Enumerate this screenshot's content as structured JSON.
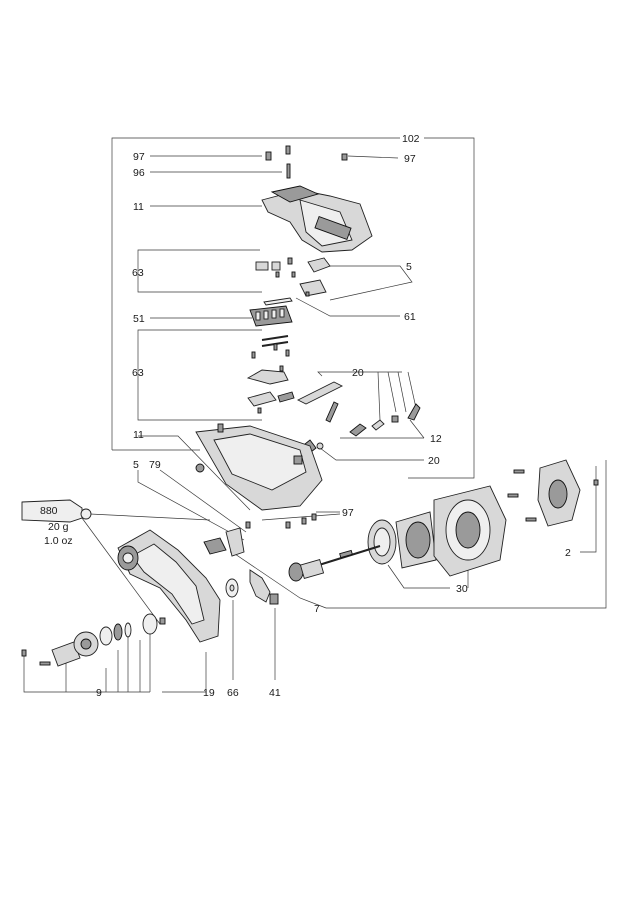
{
  "callouts": {
    "c102": "102",
    "c97a": "97",
    "c96": "96",
    "c97b": "97",
    "c11a": "11",
    "c63a": "63",
    "c5a": "5",
    "c51": "51",
    "c61": "61",
    "c63b": "63",
    "c20a": "20",
    "c12": "12",
    "c11b": "11",
    "c20b": "20",
    "c5b": "5",
    "c79": "79",
    "c97c": "97",
    "c7": "7",
    "c30": "30",
    "c2": "2",
    "c9": "9",
    "c19": "19",
    "c66": "66",
    "c41": "41"
  },
  "grease_tube": {
    "number": "880",
    "weight": "20 g",
    "volume": "1.0 oz"
  }
}
